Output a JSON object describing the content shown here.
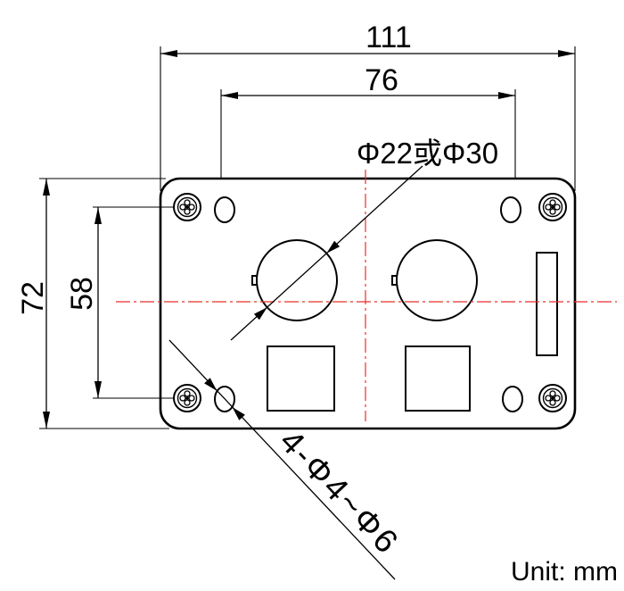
{
  "drawing": {
    "overall_width_dim": "111",
    "mount_spacing_width_dim": "76",
    "overall_height_dim": "72",
    "mount_spacing_height_dim": "58",
    "button_hole_dim": "Φ22或Φ30",
    "mount_hole_dim": "4-Φ4~Φ6",
    "unit_label": "Unit: mm"
  },
  "colors": {
    "outline": "#000000",
    "centerline": "#e8302a",
    "background": "#ffffff"
  },
  "icons": {
    "corner_fastener": "screw-icon"
  }
}
